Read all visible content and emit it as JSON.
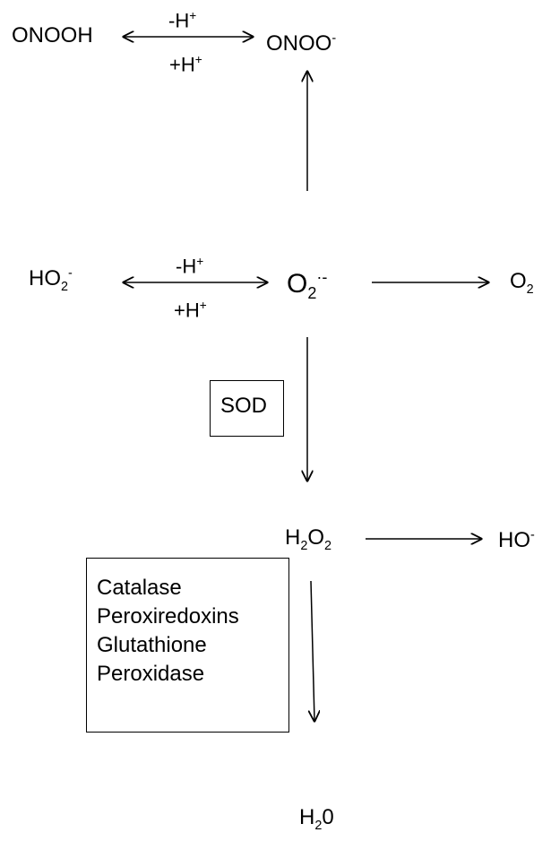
{
  "species": {
    "onooh": "ONOOH",
    "onoo": {
      "base": "ONOO",
      "sup": "-"
    },
    "ho2": {
      "base": "HO",
      "sub": "2",
      "sup": "-"
    },
    "superoxide": {
      "base": "O",
      "sub": "2",
      "sup": "·-"
    },
    "oxygen": {
      "base": "O",
      "sub": "2"
    },
    "h2o2": {
      "a": "H",
      "sub1": "2",
      "b": "O",
      "sub2": "2"
    },
    "hydroxide": {
      "base": "HO",
      "sup": "-"
    },
    "water": {
      "a": "H",
      "sub": "2",
      "b": "0"
    }
  },
  "labels": {
    "deprotonation": {
      "base": "-H",
      "sup": "+"
    },
    "protonation": {
      "base": "+H",
      "sup": "+"
    }
  },
  "enzymes": {
    "sod": "SOD",
    "peroxide_removal": [
      "Catalase",
      "Peroxiredoxins",
      "Glutathione",
      "Peroxidase"
    ]
  }
}
